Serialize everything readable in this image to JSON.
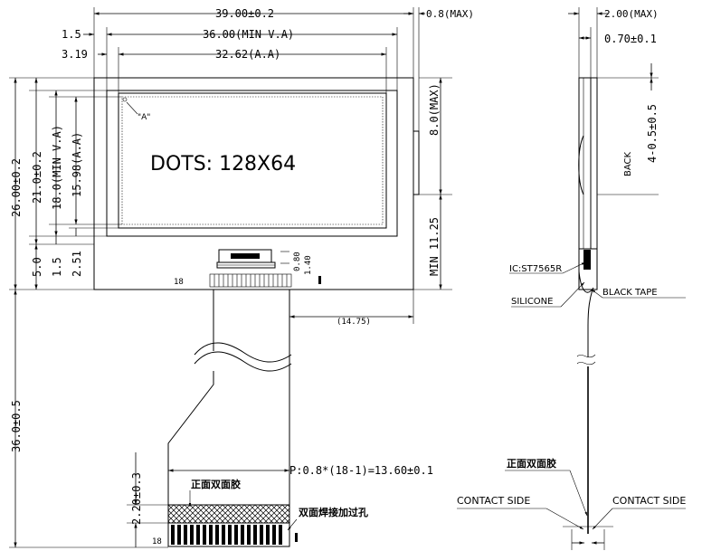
{
  "front": {
    "dims": {
      "overall_width": "39.00±0.2",
      "fpc_max": "0.8(MAX)",
      "left_1_5": "1.5",
      "va_width": "36.00(MIN V.A)",
      "left_3_19": "3.19",
      "aa_width": "32.62(A.A)",
      "overall_height": "26.00±0.2",
      "va_height_outer": "21.0±0.2",
      "va_height": "18.0(MIN V.A)",
      "aa_height": "15.98(A.A)",
      "bottom_5": "5.0",
      "bottom_1_5": "1.5",
      "bottom_2_51": "2.51",
      "right_8": "8.0(MAX)",
      "right_11_25": "MIN 11.25",
      "ic_0_80": "0.80",
      "ic_1_40": "1.40",
      "fpc_offset": "(14.75)",
      "fpc_length": "36.0±0.5",
      "tail_2_20": "2.20±0.3"
    },
    "labels": {
      "corner_a": "\"A\"",
      "dots": "DOTS: 128X64",
      "pin_count_top": "18",
      "pin_count_bottom": "18",
      "pitch": "P:0.8*(18-1)=13.60±0.1",
      "tape_front": "正面双面胶",
      "solder_hole": "双面焊接加过孔"
    }
  },
  "side": {
    "dims": {
      "thickness_max": "2.00(MAX)",
      "glass": "0.70±0.1",
      "back_gap": "4-0.5±0.5"
    },
    "labels": {
      "back": "BACK",
      "ic": "IC:ST7565R",
      "silicone": "SILICONE",
      "black_tape": "BLACK TAPE",
      "tape_front": "正面双面胶",
      "contact_left": "CONTACT SIDE",
      "contact_right": "CONTACT SIDE"
    }
  }
}
